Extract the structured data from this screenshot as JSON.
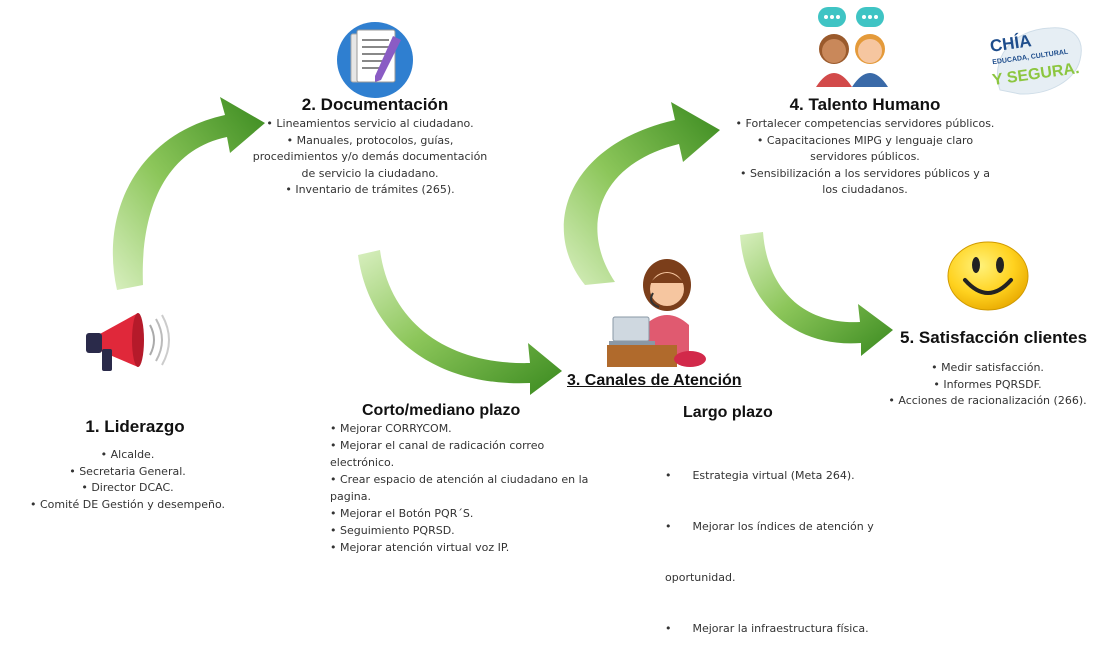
{
  "colors": {
    "arrow_dark": "#3f8f22",
    "arrow_light": "#9ed16a",
    "smiley": "#ffd21f"
  },
  "logo": {
    "line1": "CHÍA",
    "line2": "EDUCADA, CULTURAL",
    "line3": "Y SEGURA."
  },
  "step1": {
    "title": "1. Liderazgo",
    "items": [
      "• Alcalde.",
      "• Secretaria General.",
      "• Director DCAC.",
      "• Comité DE Gestión y desempeño."
    ]
  },
  "step2": {
    "title": "2. Documentación",
    "items": [
      "• Lineamientos servicio al ciudadano.",
      "• Manuales, protocolos, guías,",
      "procedimientos y/o demás documentación",
      "de servicio la ciudadano.",
      "• Inventario de trámites (265)."
    ]
  },
  "step3": {
    "title": "3. Canales de Atención"
  },
  "short_term": {
    "title": "Corto/mediano plazo",
    "items": [
      "• Mejorar CORRYCOM.",
      "• Mejorar el canal de radicación correo",
      "electrónico.",
      "• Crear espacio de atención al ciudadano en la",
      "pagina.",
      "• Mejorar el Botón PQR´S.",
      "• Seguimiento PQRSD.",
      "• Mejorar atención virtual voz IP."
    ]
  },
  "long_term": {
    "title": "Largo plazo",
    "items": [
      "•      Estrategia virtual (Meta 264).",
      "•      Mejorar los índices de atención y",
      "oportunidad.",
      "•      Mejorar la infraestructura física."
    ]
  },
  "step4": {
    "title": "4. Talento Humano",
    "items": [
      "• Fortalecer competencias servidores públicos.",
      "• Capacitaciones MIPG y lenguaje claro",
      "servidores públicos.",
      "• Sensibilización a los servidores públicos y a",
      "los ciudadanos."
    ]
  },
  "step5": {
    "title": "5. Satisfacción clientes",
    "items": [
      "• Medir satisfacción.",
      "• Informes PQRSDF.",
      "• Acciones de racionalización (266)."
    ]
  }
}
